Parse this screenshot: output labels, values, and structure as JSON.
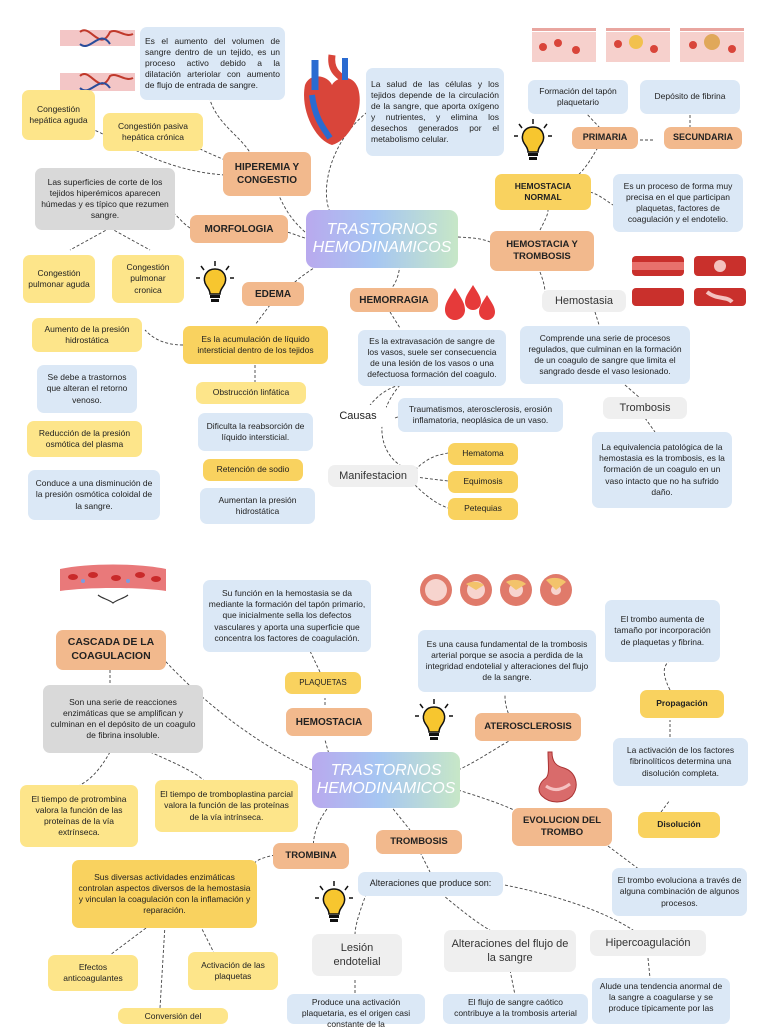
{
  "colors": {
    "yellow": "#fde58a",
    "orange": "#f2b98d",
    "blue": "#dbe8f6",
    "gray": "#d9d9d9",
    "title_gradient": [
      "#b9a9ee",
      "#a6c6f2",
      "#c7e7c7"
    ]
  },
  "map1": {
    "title": "TRASTORNOS HEMODINAMICOS",
    "hiperemia": "HIPEREMIA Y CONGESTIO",
    "hiperemia_def": "Es el aumento del volumen de sangre dentro de un tejido, es un proceso activo debido a la dilatación arteriolar con aumento de flujo de entrada de sangre.",
    "salud": "La salud de las células y los tejidos depende de la circulación de la sangre, que aporta oxígeno y nutrientes, y elimina los desechos generados por el metabolismo celular.",
    "cong_hepatica": "Congestión hepática aguda",
    "cong_pasiva": "Congestión pasiva hepática crónica",
    "superficies": "Las superficies de corte de los tejidos hiperémicos aparecen húmedas y es típico que rezumen sangre.",
    "morfologia": "MORFOLOGIA",
    "cong_pulm_aguda": "Congestión pulmonar aguda",
    "cong_pulm_cronica": "Congestión pulmonar cronica",
    "edema": "EDEMA",
    "edema_def": "Es la acumulación de líquido intersticial dentro de los tejidos",
    "presion_hidro": "Aumento de la presión hidrostática",
    "trastornos": "Se debe a trastornos que alteran el retorno venoso.",
    "reduccion": "Reducción de la presión osmótica del plasma",
    "conduce": "Conduce a una disminución de la presión osmótica coloidal de la sangre.",
    "obstruccion": "Obstrucción linfática",
    "dificulta": "Dificulta la reabsorción de líquido intersticial.",
    "retencion": "Retención de sodio",
    "aumentan": "Aumentan la presión hidrostática",
    "hemorragia": "HEMORRAGIA",
    "hemorragia_def": "Es la extravasación de sangre de los vasos, suele ser consecuencia de una lesión de los vasos o una defectuosa formación del coagulo.",
    "causas": "Causas",
    "causas_def": "Traumatismos, aterosclerosis, erosión inflamatoria, neoplásica de un vaso.",
    "manifestacion": "Manifestacion",
    "hematoma": "Hematoma",
    "equimosis": "Equimosis",
    "petequias": "Petequias",
    "hemostasia_trombosis": "HEMOSTACIA Y TROMBOSIS",
    "hemostasia_normal": "HEMOSTACIA NORMAL",
    "proceso": "Es un proceso de forma muy precisa en el que participan plaquetas, factores de coagulación y el endotelio.",
    "primaria": "PRIMARIA",
    "secundaria": "SECUNDARIA",
    "tapon": "Formación del tapón plaquetario",
    "fibrina": "Depósito de fibrina",
    "hemostasia": "Hemostasia",
    "comprende": "Comprende una serie de procesos regulados, que culminan en la formación de un coagulo de sangre que limita el sangrado desde el vaso lesionado.",
    "trombosis": "Trombosis",
    "equivalencia": "La equivalencia patológica de la hemostasia es la trombosis, es la formación de un coagulo en un vaso intacto que no ha sufrido daño."
  },
  "map2": {
    "title": "TRASTORNOS HEMODINAMICOS",
    "cascada": "CASCADA DE LA COAGULACION",
    "serie": "Son una serie de reacciones enzimáticas que se amplifican y culminan en el depósito de un coagulo de fibrina insoluble.",
    "protrombina": "El tiempo de protrombina valora la función de las proteínas de la vía extrínseca.",
    "tromboplastina": "El tiempo de tromboplastina parcial valora la función de las proteínas de la vía intrínseca.",
    "funcion": "Su función en la hemostasia se da mediante la formación del tapón primario, que inicialmente sella los defectos vasculares y aporta una superficie que concentra los factores de coagulación.",
    "plaquetas": "PLAQUETAS",
    "hemostacia": "HEMOSTACIA",
    "causa_fund": "Es una causa fundamental de la trombosis arterial porque se asocia a perdida de la integridad endotelial y alteraciones del flujo de la sangre.",
    "aterosclerosis": "ATEROSCLEROSIS",
    "evolucion": "EVOLUCION DEL TROMBO",
    "trombo_aumenta": "El trombo aumenta de tamaño por incorporación de plaquetas y fibrina.",
    "propagacion": "Propagación",
    "activacion": "La activación de los factores fibrinolíticos determina una disolución completa.",
    "disolucion": "Disolución",
    "evoluciona": "El trombo evoluciona a través de alguna combinación de algunos procesos.",
    "trombina": "TROMBINA",
    "trombosis": "TROMBOSIS",
    "alteraciones_produce": "Alteraciones que produce son:",
    "actividades": "Sus diversas actividades enzimáticas controlan aspectos diversos de la hemostasia y vinculan la coagulación con la inflamación y reparación.",
    "efectos": "Efectos anticoagulantes",
    "activacion_plaq": "Activación de las plaquetas",
    "conversion": "Conversión del",
    "lesion": "Lesión endotelial",
    "alt_flujo": "Alteraciones del flujo de la sangre",
    "hipercoag": "Hipercoagulación",
    "produce_activacion": "Produce una activación plaquetaria, es el origen casi constante de la",
    "flujo_caotico": "El flujo de sangre caótico contribuye a la trombosis arterial",
    "alude": "Alude una tendencia anormal de la sangre a coagularse y se produce típicamente por las"
  }
}
